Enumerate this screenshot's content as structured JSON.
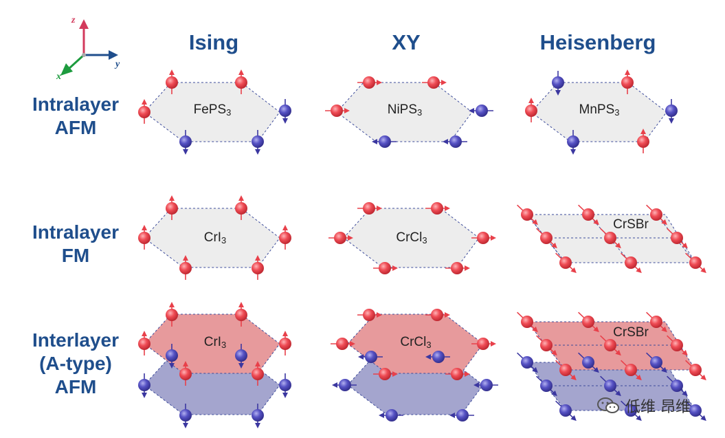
{
  "columns": [
    "Ising",
    "XY",
    "Heisenberg"
  ],
  "rows": [
    [
      "Intralayer",
      "AFM"
    ],
    [
      "Intralayer",
      "FM"
    ],
    [
      "Interlayer",
      "(A-type)",
      "AFM"
    ]
  ],
  "axes": {
    "x": "x",
    "y": "y",
    "z": "z"
  },
  "materials": {
    "r0": [
      {
        "base": "FePS",
        "sub": "3"
      },
      {
        "base": "NiPS",
        "sub": "3"
      },
      {
        "base": "MnPS",
        "sub": "3"
      }
    ],
    "r1": [
      {
        "base": "CrI",
        "sub": "3"
      },
      {
        "base": "CrCl",
        "sub": "3"
      },
      {
        "base": "CrSBr",
        "sub": ""
      }
    ],
    "r2": [
      {
        "base": "CrI",
        "sub": "3"
      },
      {
        "base": "CrCl",
        "sub": "3"
      },
      {
        "base": "CrSBr",
        "sub": ""
      }
    ]
  },
  "watermark": "低维 昂维",
  "colors": {
    "title": "#1f4e8c",
    "spin_up": "#e8404a",
    "spin_down": "#4b47b0",
    "plate_neutral": "#ededed",
    "plate_red": "#e79a9c",
    "plate_blue": "#a4a5ce",
    "axis_x": "#1d9b3e",
    "axis_y": "#1f4e8c",
    "axis_z": "#d33a5c"
  }
}
